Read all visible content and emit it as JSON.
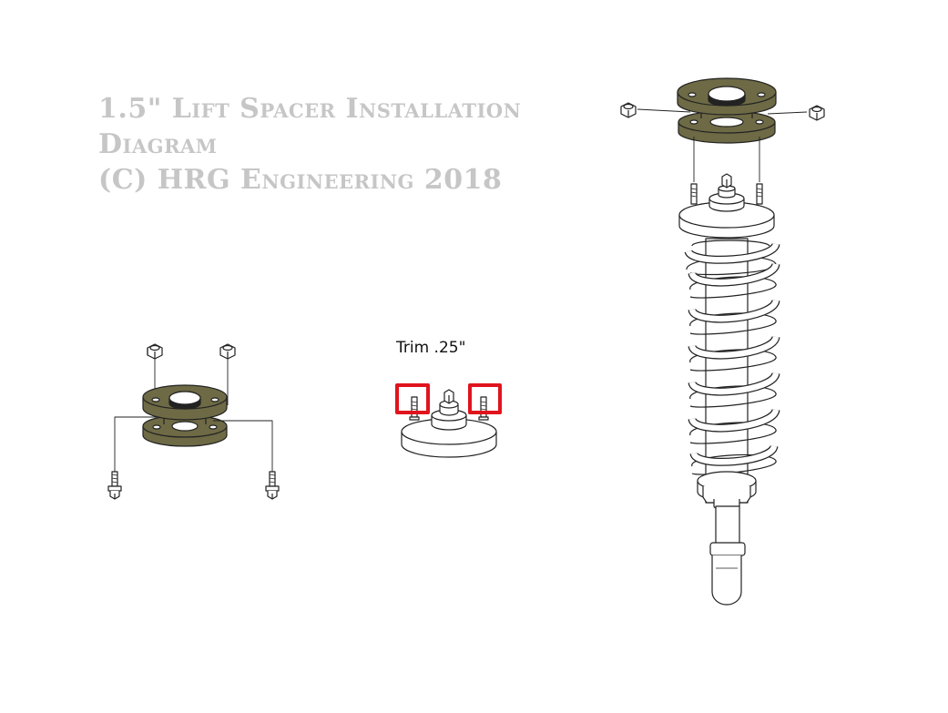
{
  "title": {
    "line1": "1.5\" Lift Spacer Installation",
    "line2": "Diagram",
    "line3": "(C) HRG Engineering 2018"
  },
  "trim_label": "Trim .25\"",
  "colors": {
    "title": "#c6c6c6",
    "spacer_fill": "#6d6a45",
    "highlight": "#e0141e",
    "line": "#222222"
  },
  "icons": [
    "nut-icon",
    "bolt-icon",
    "stud-icon",
    "spacer-icon",
    "coil-spring-icon",
    "strut-mount-icon"
  ]
}
